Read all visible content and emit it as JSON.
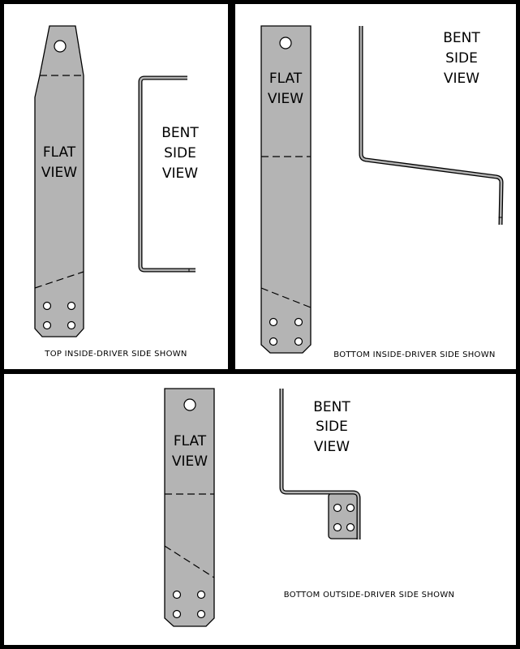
{
  "panels": [
    {
      "flat_label": [
        "FLAT",
        "VIEW"
      ],
      "bent_label": [
        "BENT",
        "SIDE",
        "VIEW"
      ],
      "caption": "TOP INSIDE-DRIVER SIDE SHOWN"
    },
    {
      "flat_label": [
        "FLAT",
        "VIEW"
      ],
      "bent_label": [
        "BENT",
        "SIDE",
        "VIEW"
      ],
      "caption": "BOTTOM INSIDE-DRIVER SIDE SHOWN"
    },
    {
      "flat_label": [
        "FLAT",
        "VIEW"
      ],
      "bent_label": [
        "BENT",
        "SIDE",
        "VIEW"
      ],
      "caption": "BOTTOM OUTSIDE-DRIVER SIDE SHOWN"
    }
  ],
  "colors": {
    "plate": "#b4b4b4",
    "border": "#000000",
    "background": "#ffffff"
  }
}
